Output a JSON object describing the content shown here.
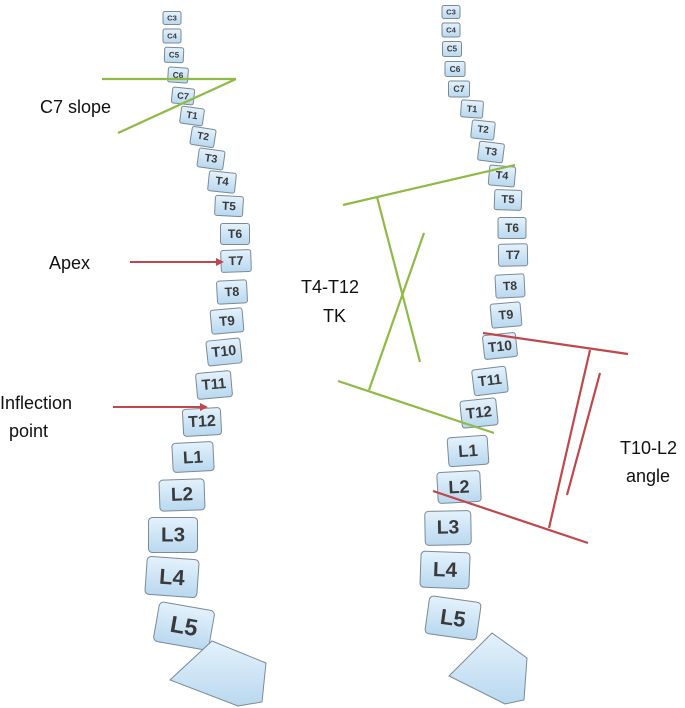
{
  "left_spine": {
    "vertebrae": [
      "C3",
      "C4",
      "C5",
      "C6",
      "C7",
      "T1",
      "T2",
      "T3",
      "T4",
      "T5",
      "T6",
      "T7",
      "T8",
      "T9",
      "T10",
      "T11",
      "T12",
      "L1",
      "L2",
      "L3",
      "L4",
      "L5"
    ],
    "annotations": {
      "c7_slope": "C7 slope",
      "apex": "Apex",
      "inflection_line1": "Inflection",
      "inflection_line2": "point"
    }
  },
  "right_spine": {
    "vertebrae": [
      "C3",
      "C4",
      "C5",
      "C6",
      "C7",
      "T1",
      "T2",
      "T3",
      "T4",
      "T5",
      "T6",
      "T7",
      "T8",
      "T9",
      "T10",
      "T11",
      "T12",
      "L1",
      "L2",
      "L3",
      "L4",
      "L5"
    ],
    "annotations": {
      "tk_line1": "T4-T12",
      "tk_line2": "TK",
      "angle_line1": "T10-L2",
      "angle_line2": "angle"
    }
  },
  "colors": {
    "vertebra_fill": "#cfe6f7",
    "vertebra_stroke": "#7a8a96",
    "green_line": "#8fba45",
    "red_line": "#c0474c"
  }
}
